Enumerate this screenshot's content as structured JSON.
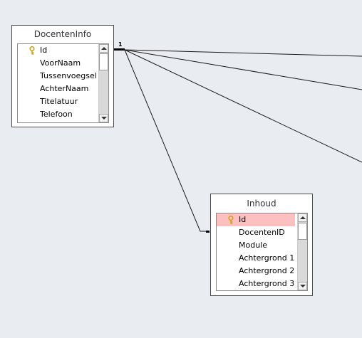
{
  "tables": [
    {
      "title": "DocentenInfo",
      "fields": [
        {
          "name": "Id",
          "primary_key": true
        },
        {
          "name": "VoorNaam"
        },
        {
          "name": "Tussenvoegsel"
        },
        {
          "name": "AchterNaam"
        },
        {
          "name": "Titelatuur"
        },
        {
          "name": "Telefoon"
        }
      ]
    },
    {
      "title": "Inhoud",
      "fields": [
        {
          "name": "Id",
          "primary_key": true,
          "selected": true
        },
        {
          "name": "DocentenID"
        },
        {
          "name": "Module"
        },
        {
          "name": "Achtergrond 1"
        },
        {
          "name": "Achtergrond 2"
        },
        {
          "name": "Achtergrond 3"
        }
      ]
    }
  ],
  "relationship": {
    "one_side_label": "1"
  },
  "colors": {
    "background": "#e9edf1",
    "selected_row": "#fcc0c0",
    "key_icon": "#d4a017"
  },
  "icons": {
    "key": "key-icon",
    "scroll_up": "arrow-up-icon",
    "scroll_down": "arrow-down-icon"
  }
}
